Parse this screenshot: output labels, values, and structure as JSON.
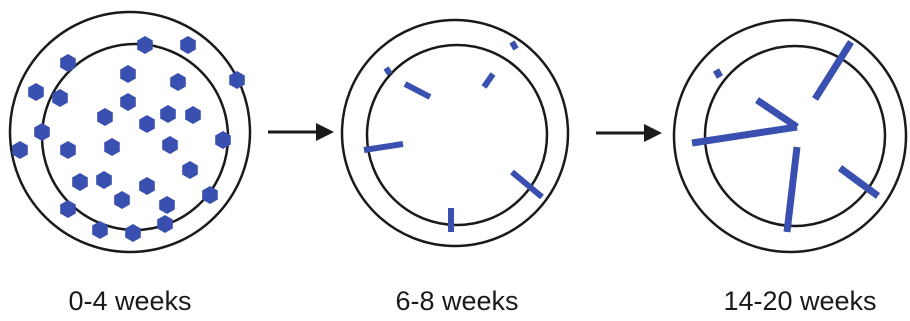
{
  "stages": [
    {
      "label": "0-4 weeks"
    },
    {
      "label": "6-8 weeks"
    },
    {
      "label": "14-20 weeks"
    }
  ],
  "colors": {
    "marker": "#3a50b0",
    "outline": "#1a1a1a",
    "arrow": "#1a1a1a",
    "text": "#1a1a1a"
  },
  "icons": {
    "particle": "hexagon-icon",
    "fiber": "rod-icon",
    "transition": "right-arrow-icon"
  }
}
